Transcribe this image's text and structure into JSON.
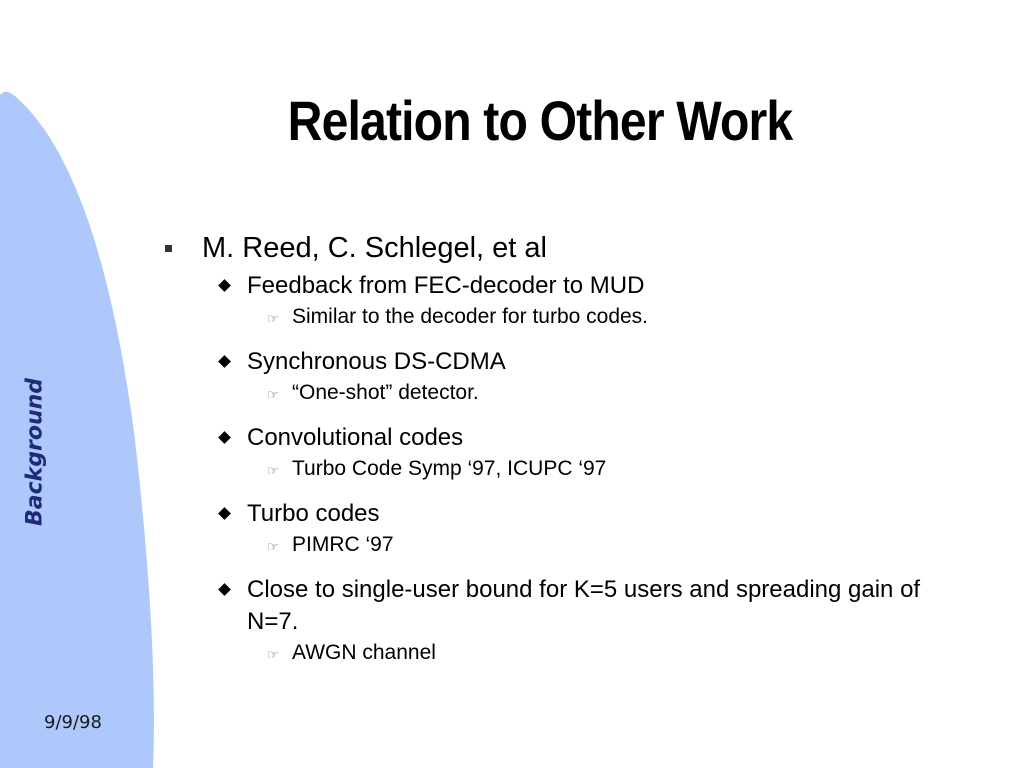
{
  "slide": {
    "title": "Relation to Other Work",
    "section_label": "Background",
    "date": "9/9/98"
  },
  "colors": {
    "side_panel": "#aec8fb",
    "section_label": "#1f2a78"
  },
  "icons": {
    "level1": "square-bullet-icon",
    "level2": "diamond-bullet-icon",
    "level3": "pointing-hand-icon"
  },
  "bullets": {
    "main": "M. Reed, C. Schlegel, et al",
    "items": [
      {
        "text": "Feedback from FEC-decoder to MUD",
        "sub": "Similar to the decoder for turbo codes."
      },
      {
        "text": "Synchronous DS-CDMA",
        "sub": "“One-shot” detector."
      },
      {
        "text": "Convolutional codes",
        "sub": "Turbo Code Symp ‘97, ICUPC ‘97"
      },
      {
        "text": "Turbo codes",
        "sub": "PIMRC ‘97"
      },
      {
        "text": "Close to single-user bound for K=5 users and spreading gain of N=7.",
        "sub": "AWGN channel"
      }
    ]
  }
}
